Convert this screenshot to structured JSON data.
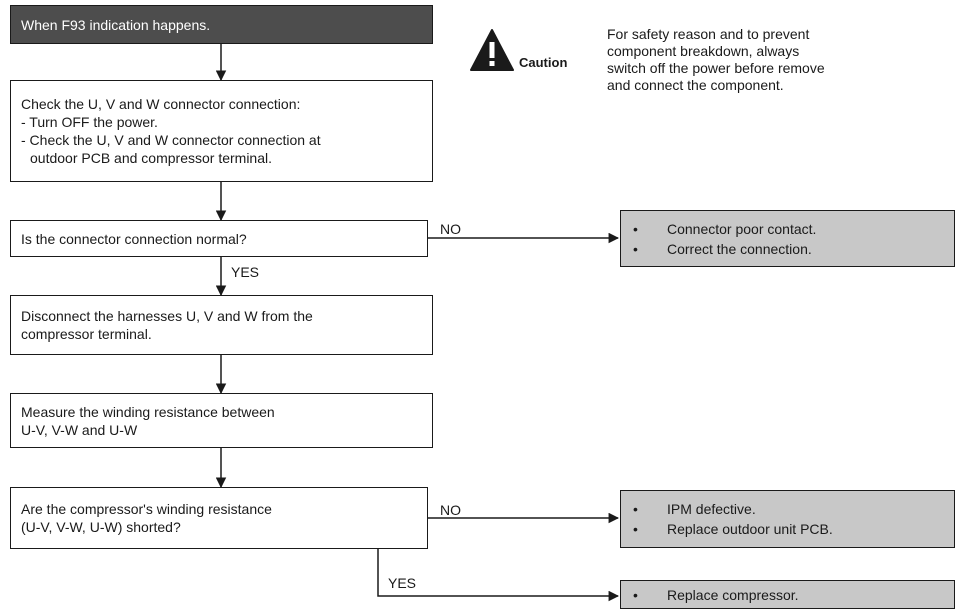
{
  "start": {
    "text": "When F93 indication happens."
  },
  "caution": {
    "label": "Caution",
    "lines": [
      "For safety reason and to prevent",
      "component breakdown, always",
      "switch off the power before remove",
      "and connect the component."
    ]
  },
  "step1": {
    "lines": [
      "Check the U, V and W connector connection:",
      "- Turn OFF the power.",
      "- Check the U, V and W connector connection at",
      "outdoor PCB and compressor terminal."
    ]
  },
  "decision1": {
    "text": "Is the connector connection normal?",
    "no_label": "NO",
    "yes_label": "YES"
  },
  "result1": {
    "bullets": [
      "Connector poor contact.",
      "Correct the connection."
    ]
  },
  "step2": {
    "lines": [
      "Disconnect the harnesses U, V and W from the",
      "compressor terminal."
    ]
  },
  "step3": {
    "lines": [
      "Measure the winding resistance between",
      "U-V, V-W and U-W"
    ]
  },
  "decision2": {
    "lines": [
      "Are the compressor's winding resistance",
      "(U-V, V-W, U-W) shorted?"
    ],
    "no_label": "NO",
    "yes_label": "YES"
  },
  "result2": {
    "bullets": [
      "IPM defective.",
      "Replace outdoor unit PCB."
    ]
  },
  "result3": {
    "bullets": [
      "Replace compressor."
    ]
  },
  "bullet_char": "•",
  "colors": {
    "start_fill": "#4d4d4d",
    "result_fill": "#c8c8c8",
    "line": "#1a1a1a"
  }
}
